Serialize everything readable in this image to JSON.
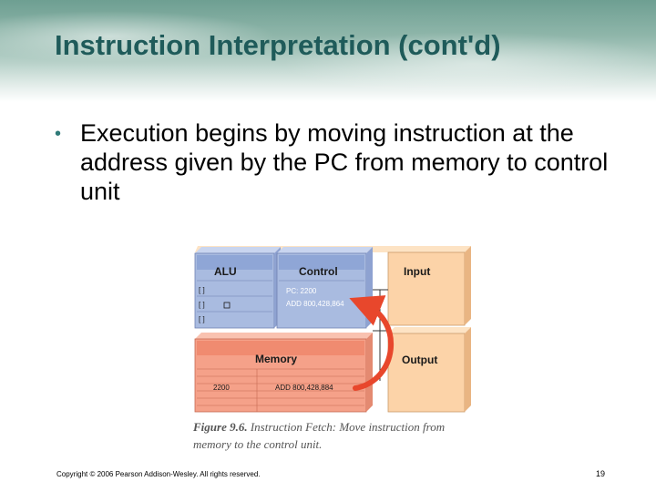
{
  "slide": {
    "title": "Instruction Interpretation (cont'd)",
    "bullet": "Execution begins by moving instruction at the address given by the PC from memory to control unit",
    "copyright": "Copyright © 2006 Pearson Addison-Wesley. All rights reserved.",
    "page_number": "19"
  },
  "figure": {
    "alu_label": "ALU",
    "control_label": "Control",
    "input_label": "Input",
    "memory_label": "Memory",
    "output_label": "Output",
    "alu_registers": [
      "[      ]",
      "[      ]",
      "[      ]"
    ],
    "pc_text": "PC: 2200",
    "control_instruction": "ADD 800,428,864",
    "memory_address": "2200",
    "memory_contents": "ADD 800,428,884",
    "caption_label": "Figure 9.6.",
    "caption_text": "Instruction Fetch: Move instruction from memory to the control unit."
  },
  "colors": {
    "title": "#1f5b5a",
    "blue_box": "#a9bbe0",
    "orange_box": "#fcd3a8",
    "salmon_box": "#f5a189",
    "arrow": "#e8472c"
  }
}
